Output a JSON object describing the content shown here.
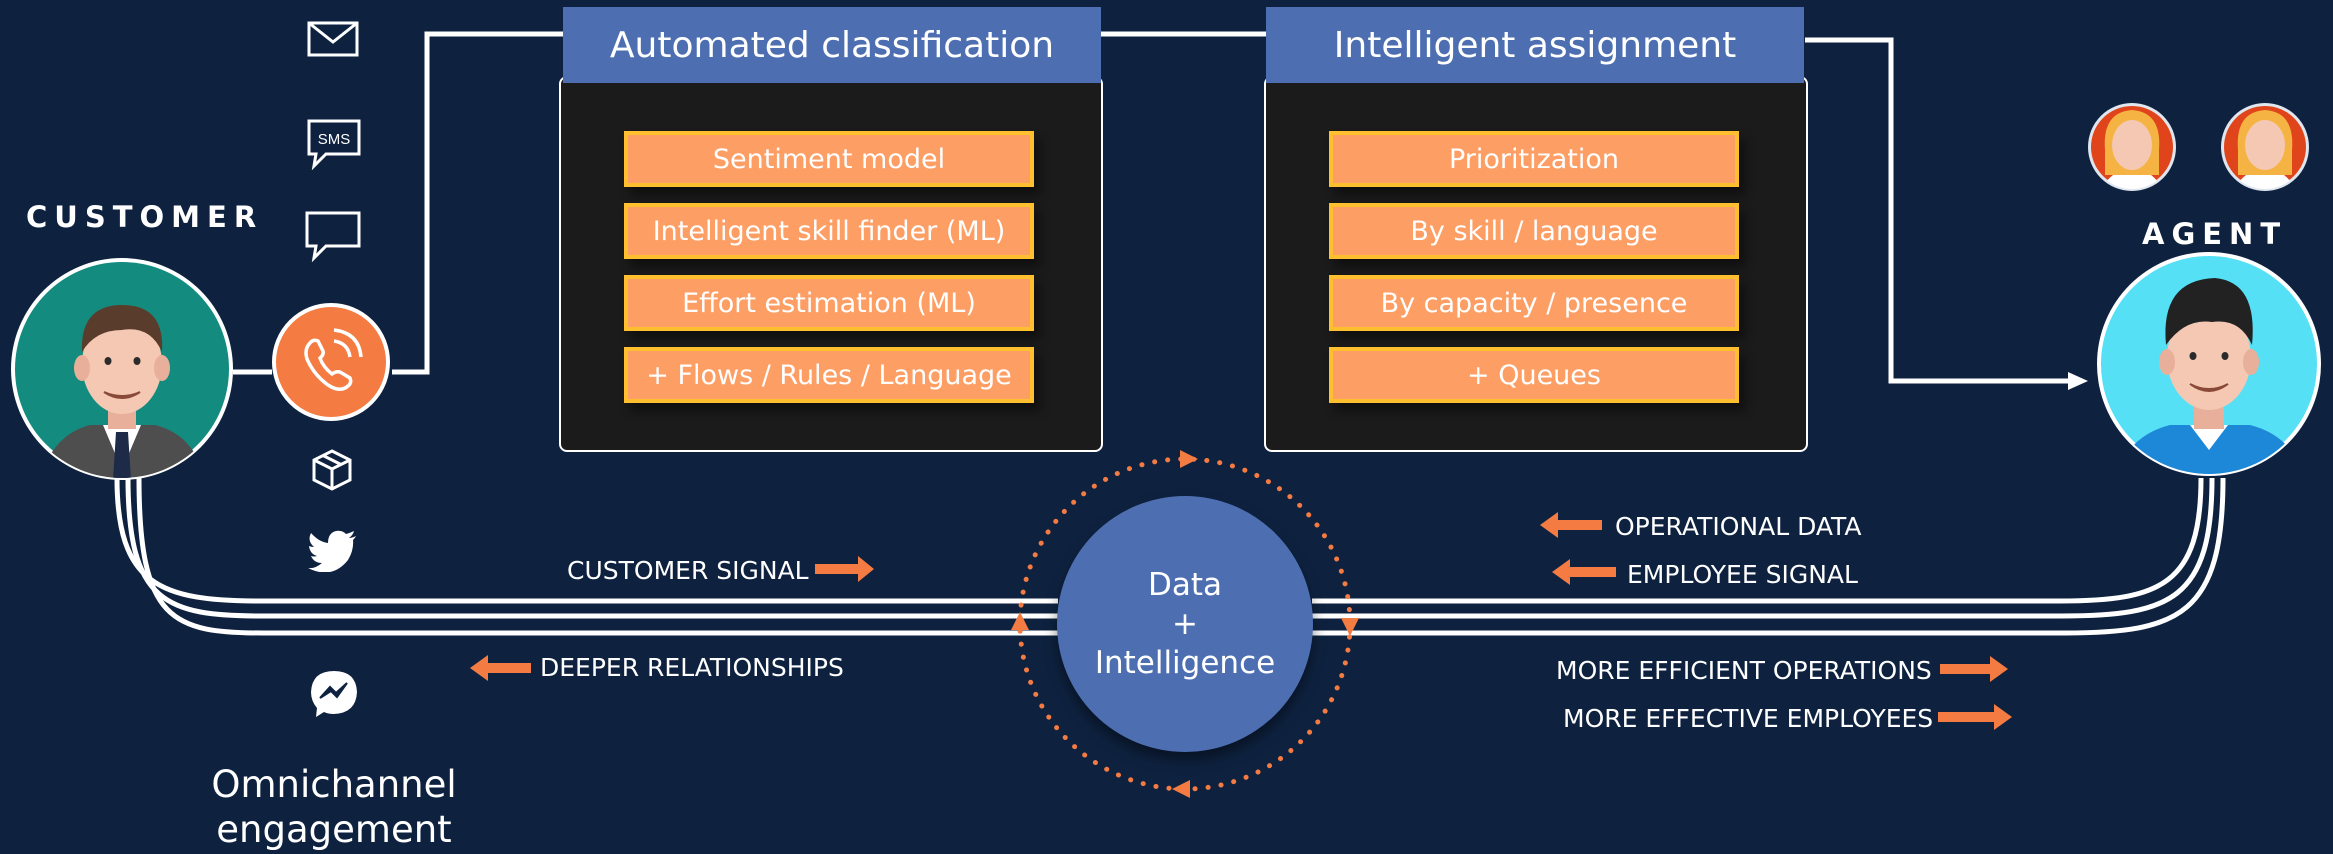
{
  "customer": {
    "label": "CUSTOMER"
  },
  "agent": {
    "label": "AGENT"
  },
  "omnichannel": {
    "line1": "Omnichannel",
    "line2": "engagement"
  },
  "channels": [
    "mail-icon",
    "sms-icon",
    "chat-icon",
    "phone-icon",
    "package-icon",
    "twitter-icon",
    "messenger-icon"
  ],
  "sms_text": "SMS",
  "classification": {
    "title": "Automated classification",
    "items": [
      "Sentiment model",
      "Intelligent skill finder (ML)",
      "Effort estimation (ML)",
      "+ Flows / Rules / Language"
    ]
  },
  "assignment": {
    "title": "Intelligent assignment",
    "items": [
      "Prioritization",
      "By skill / language",
      "By capacity / presence",
      "+ Queues"
    ]
  },
  "center": {
    "line1": "Data",
    "line2": "+",
    "line3": "Intelligence"
  },
  "signals": {
    "customer_signal": "CUSTOMER SIGNAL",
    "deeper_relationships": "DEEPER RELATIONSHIPS",
    "operational_data": "OPERATIONAL DATA",
    "employee_signal": "EMPLOYEE SIGNAL",
    "more_efficient_operations": "MORE EFFICIENT OPERATIONS",
    "more_effective_employees": "MORE EFFECTIVE EMPLOYEES"
  },
  "colors": {
    "background": "#0e2240",
    "header_blue": "#4d6fb1",
    "chip_orange": "#fd9e64",
    "chip_border": "#ffbf2e",
    "arrow_orange": "#f47b42",
    "customer_circle": "#138b7f",
    "agent_circle": "#55e0f5"
  }
}
